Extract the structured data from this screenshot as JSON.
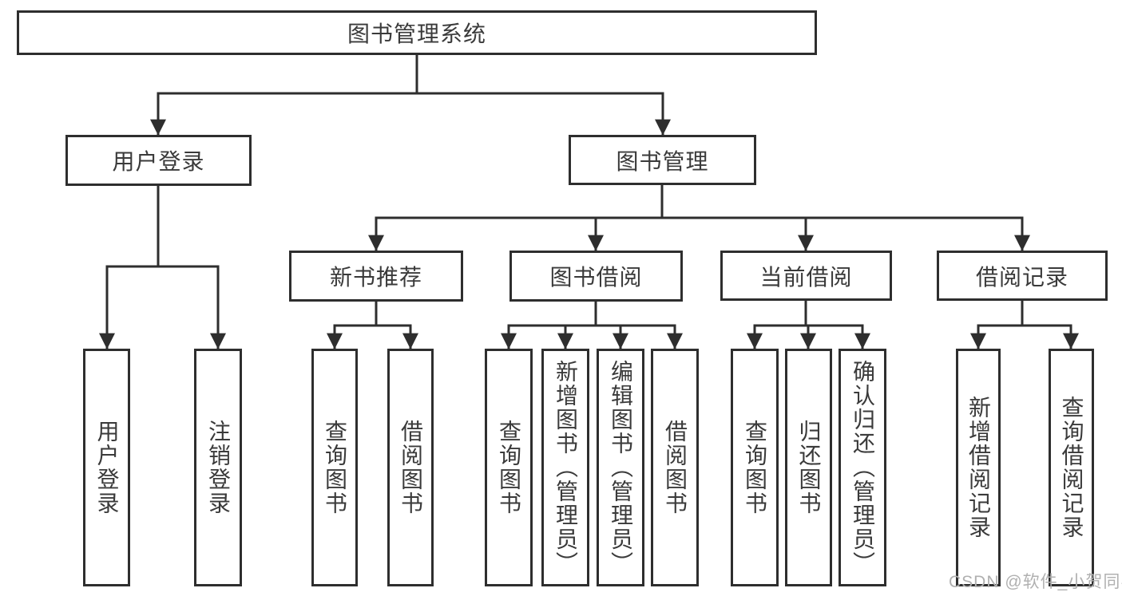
{
  "colors": {
    "line": "#2e2e2e",
    "box_border": "#2e2e2e",
    "text": "#3a3a3a",
    "background": "#ffffff",
    "watermark": "#b0b0b0"
  },
  "watermark": {
    "text": "CSDN @软件_小贺同学"
  },
  "tree": {
    "root": {
      "label": "图书管理系统"
    },
    "branches": [
      {
        "label": "用户登录",
        "children": [
          {
            "label": "用户登录"
          },
          {
            "label": "注销登录"
          }
        ]
      },
      {
        "label": "图书管理",
        "children": [
          {
            "label": "新书推荐",
            "children": [
              {
                "label": "查询图书"
              },
              {
                "label": "借阅图书"
              }
            ]
          },
          {
            "label": "图书借阅",
            "children": [
              {
                "label": "查询图书"
              },
              {
                "label": "新增图书（管理员）"
              },
              {
                "label": "编辑图书（管理员）"
              },
              {
                "label": "借阅图书"
              }
            ]
          },
          {
            "label": "当前借阅",
            "children": [
              {
                "label": "查询图书"
              },
              {
                "label": "归还图书"
              },
              {
                "label": "确认归还（管理员）"
              }
            ]
          },
          {
            "label": "借阅记录",
            "children": [
              {
                "label": "新增借阅记录"
              },
              {
                "label": "查询借阅记录"
              }
            ]
          }
        ]
      }
    ]
  }
}
